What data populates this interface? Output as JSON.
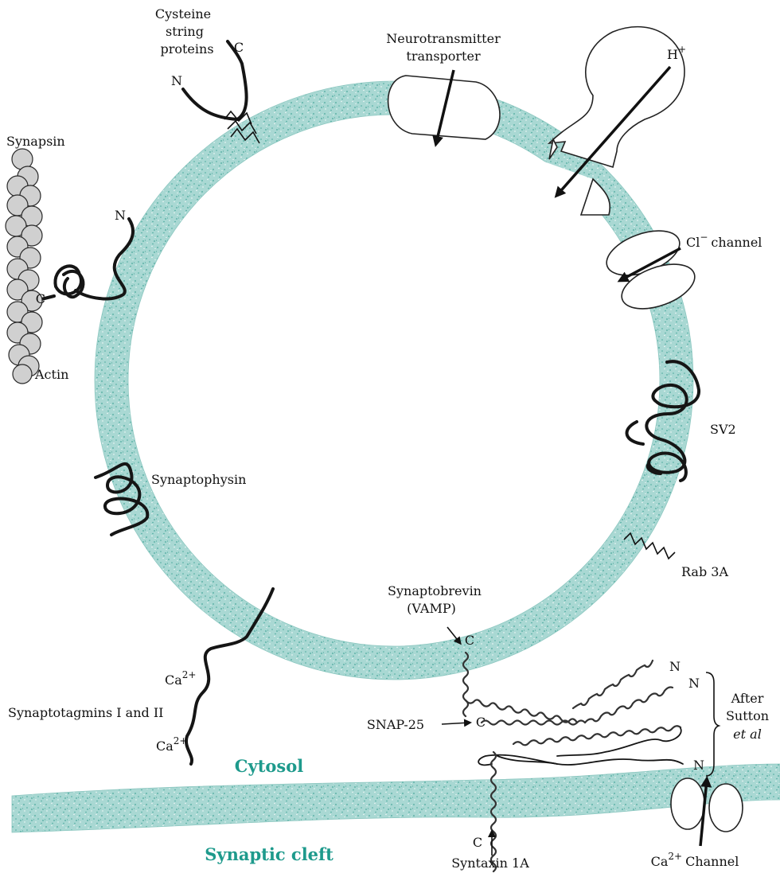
{
  "colors": {
    "membrane": "#a9d8d3",
    "speckle": "#4aa99d",
    "region_label": "#1e9a8c",
    "protein": "#151515",
    "actin_bead": "#d0d0d0"
  },
  "labels": {
    "cysteine_string": [
      "Cysteine",
      "string",
      "proteins"
    ],
    "cysteine_c": "C",
    "cysteine_n": "N",
    "transporter": [
      "Neurotransmitter",
      "transporter"
    ],
    "proton": "H",
    "proton_charge": "+",
    "synapsin": "Synapsin",
    "synapsin_n": "N",
    "synapsin_c": "C",
    "actin": "Actin",
    "cl_channel_prefix": "Cl",
    "cl_channel_charge": "−",
    "cl_channel_suffix": "channel",
    "sv2": "SV2",
    "synaptophysin": "Synaptophysin",
    "rab3a": "Rab 3A",
    "synaptobrevin": [
      "Synaptobrevin",
      "(VAMP)"
    ],
    "synaptobrevin_c": "C",
    "ca_upper": "Ca",
    "ca_upper_charge": "2+",
    "synaptotagmins": "Synaptotagmins I and II",
    "ca_lower": "Ca",
    "ca_lower_charge": "2+",
    "snap25": "SNAP-25",
    "snap25_c": "C",
    "n_top1": "N",
    "n_top2": "N",
    "n_bottom": "N",
    "after_sutton": [
      "After",
      "Sutton"
    ],
    "et_al": "et al",
    "cytosol": "Cytosol",
    "synaptic_cleft": "Synaptic cleft",
    "syntaxin_c": "C",
    "syntaxin": "Syntaxin 1A",
    "ca_channel_prefix": "Ca",
    "ca_channel_charge": "2+",
    "ca_channel_suffix": "Channel"
  }
}
